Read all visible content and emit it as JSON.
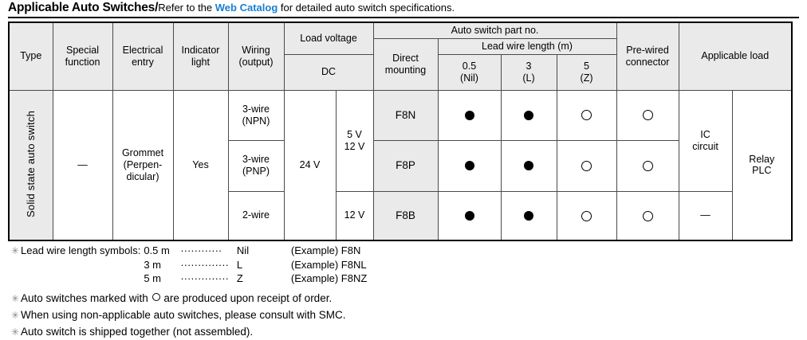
{
  "title": {
    "heading": "Applicable Auto Switches/",
    "sub_before": "Refer to the ",
    "link": "Web Catalog",
    "sub_after": " for detailed auto switch specifications."
  },
  "table": {
    "headers": {
      "type": "Type",
      "special_function": "Special\nfunction",
      "special_function_l1": "Special",
      "special_function_l2": "function",
      "electrical_entry_l1": "Electrical",
      "electrical_entry_l2": "entry",
      "indicator_light_l1": "Indicator",
      "indicator_light_l2": "light",
      "wiring_l1": "Wiring",
      "wiring_l2": "(output)",
      "load_voltage": "Load voltage",
      "dc": "DC",
      "auto_switch_part_no": "Auto switch part no.",
      "direct_mounting_l1": "Direct",
      "direct_mounting_l2": "mounting",
      "lead_wire_length": "Lead wire length (m)",
      "lead_05_l1": "0.5",
      "lead_05_l2": "(Nil)",
      "lead_3_l1": "3",
      "lead_3_l2": "(L)",
      "lead_5_l1": "5",
      "lead_5_l2": "(Z)",
      "pre_wired_l1": "Pre-wired",
      "pre_wired_l2": "connector",
      "applicable_load": "Applicable load"
    },
    "type_label": "Solid state auto switch",
    "special_function": "—",
    "electrical_entry_l1": "Grommet",
    "electrical_entry_l2": "(Perpen-",
    "electrical_entry_l3": "dicular)",
    "indicator_light": "Yes",
    "dc_24v": "24 V",
    "applicable_load_2": "Relay\nPLC",
    "applicable_load_2_l1": "Relay",
    "applicable_load_2_l2": "PLC",
    "rows": [
      {
        "wiring_l1": "3-wire",
        "wiring_l2": "(NPN)",
        "voltage_l1": "5 V",
        "voltage_l2": "12 V",
        "part_no": "F8N",
        "direct_mounting": "filled",
        "lead_05": "filled",
        "lead_3": "open",
        "lead_5": "open",
        "pre_wired": "open",
        "load_l1": "IC",
        "load_l2": "circuit"
      },
      {
        "wiring_l1": "3-wire",
        "wiring_l2": "(PNP)",
        "part_no": "F8P",
        "direct_mounting": "filled",
        "lead_05": "filled",
        "lead_3": "open",
        "lead_5": "open",
        "pre_wired": "open"
      },
      {
        "wiring_l1": "2-wire",
        "wiring_l2": "",
        "voltage_l1": "12 V",
        "part_no": "F8B",
        "direct_mounting": "filled",
        "lead_05": "filled",
        "lead_3": "open",
        "lead_5": "open",
        "pre_wired": "open",
        "load": "—"
      }
    ]
  },
  "notes": {
    "lead_wire_label": "Lead wire length symbols:",
    "lead_wire_rows": [
      {
        "length": "0.5 m",
        "dots": "············",
        "symbol": "Nil",
        "example": "(Example) F8N"
      },
      {
        "length": "3 m",
        "dots": "··············",
        "symbol": "L",
        "example": "(Example) F8NL"
      },
      {
        "length": "5 m",
        "dots": "··············",
        "symbol": "Z",
        "example": "(Example) F8NZ"
      }
    ],
    "bullets": [
      {
        "before": "Auto switches marked with ",
        "has_circle": true,
        "after": " are produced upon receipt of order."
      },
      {
        "before": "When using non-applicable auto switches, please consult with SMC.",
        "has_circle": false,
        "after": ""
      },
      {
        "before": "Auto switch is shipped together (not assembled).",
        "has_circle": false,
        "after": ""
      }
    ],
    "asterisk": "✳"
  },
  "colors": {
    "link": "#1a7fd1",
    "header_bg": "#eaeaea",
    "border": "#4a4a4a"
  }
}
